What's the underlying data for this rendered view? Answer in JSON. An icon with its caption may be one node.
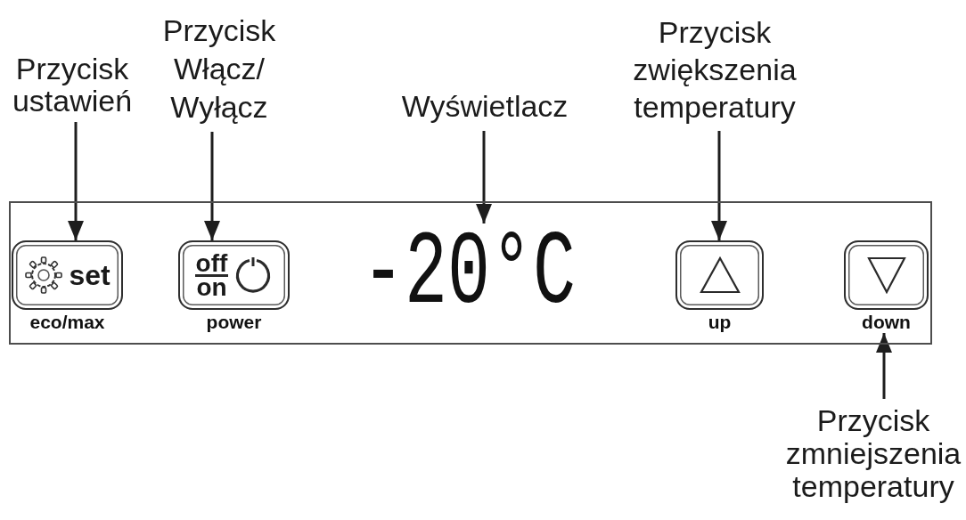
{
  "diagram": {
    "nodes": [
      {
        "text": [
          "Przycisk ustawień"
        ]
      },
      {
        "text": [
          "Przycisk Włącz/ Wyłącz"
        ]
      },
      {
        "text": [
          "Wyświetlacz"
        ]
      },
      {
        "text": [
          "Przycisk zwiększenia temperatury"
        ]
      },
      {
        "text": [],
        "shape": "box"
      },
      {
        "text": [
          "set"
        ],
        "in": 4,
        "beside": [
          "eco/max"
        ]
      },
      {
        "text": [
          "off",
          "on"
        ],
        "in": 4,
        "beside": [
          "power"
        ]
      },
      {
        "text": [
          "-20°C"
        ],
        "in": 4
      },
      {
        "text": [],
        "shape": "box",
        "in": 4,
        "beside": [
          "up"
        ]
      },
      {
        "text": [],
        "shape": "box",
        "in": 4,
        "beside": [
          "down"
        ]
      },
      {
        "text": [
          "Przycisk zmniejszenia temperatury"
        ]
      }
    ],
    "edges": [
      {
        "from": 0,
        "to": 5,
        "arrow": "to"
      },
      {
        "from": 1,
        "to": 6,
        "arrow": "to"
      },
      {
        "from": 2,
        "to": 7,
        "arrow": "to"
      },
      {
        "from": 3,
        "to": 8,
        "arrow": "to"
      },
      {
        "from": 10,
        "to": 9,
        "arrow": "to"
      }
    ]
  }
}
